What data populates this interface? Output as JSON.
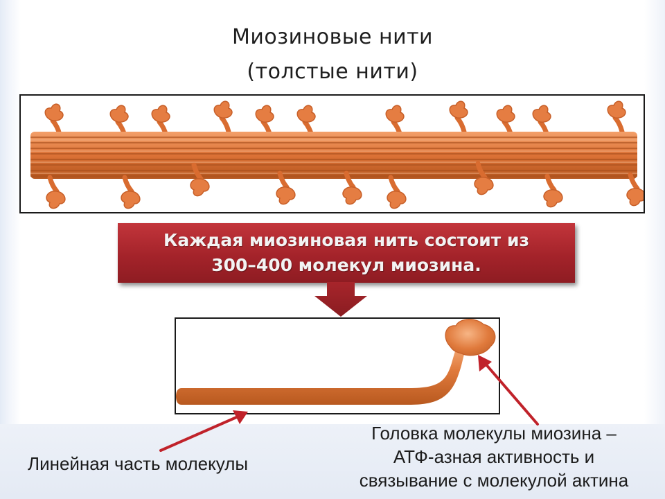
{
  "title": {
    "line1": "Миозиновые нити",
    "line2": "(толстые нити)"
  },
  "callout": {
    "line1": "Каждая миозиновая нить состоит из",
    "line2": "300–400 молекул миозина."
  },
  "labels": {
    "linear_part": "Линейная часть молекулы",
    "head_line1": "Головка молекулы миозина –",
    "head_line2": "АТФ-азная активность и",
    "head_line3": "связывание с молекулой актина"
  },
  "colors": {
    "filament_orange": "#e07a3c",
    "callout_red": "#a4232a",
    "pointer_arrow": "#c0222a"
  },
  "icons": [
    "down-arrow-icon",
    "pointer-arrow-icon"
  ]
}
